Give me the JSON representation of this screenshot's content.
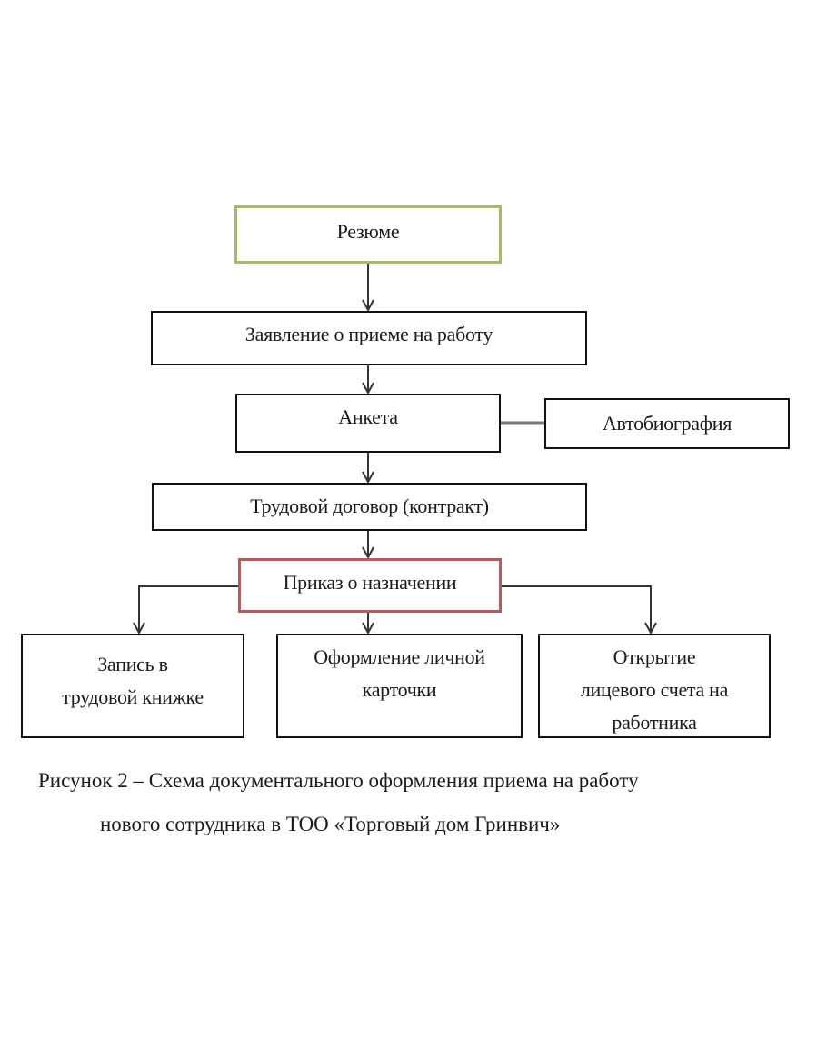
{
  "diagram": {
    "type": "flowchart",
    "nodes": {
      "resume": {
        "label": "Резюме",
        "border_color": "#a9b86a"
      },
      "application": {
        "label": "Заявление о приеме на работу"
      },
      "questionnaire": {
        "label": "Анкета"
      },
      "autobiography": {
        "label": "Автобиография"
      },
      "contract": {
        "label": "Трудовой договор (контракт)"
      },
      "order": {
        "label": "Приказ о назначении",
        "border_color": "#b55c5c"
      },
      "workbook": {
        "lines": [
          "Запись в",
          "трудовой книжке"
        ]
      },
      "personal_card": {
        "lines": [
          "Оформление личной",
          "карточки"
        ]
      },
      "account": {
        "lines": [
          "Открытие",
          "лицевого счета на",
          "работника"
        ]
      }
    },
    "edges": [
      {
        "from": "resume",
        "to": "application",
        "type": "arrow"
      },
      {
        "from": "application",
        "to": "questionnaire",
        "type": "arrow"
      },
      {
        "from": "questionnaire",
        "to": "autobiography",
        "type": "line"
      },
      {
        "from": "questionnaire",
        "to": "contract",
        "type": "arrow"
      },
      {
        "from": "contract",
        "to": "order",
        "type": "arrow"
      },
      {
        "from": "order",
        "to": "workbook",
        "type": "arrow"
      },
      {
        "from": "order",
        "to": "personal_card",
        "type": "arrow"
      },
      {
        "from": "order",
        "to": "account",
        "type": "arrow"
      }
    ]
  },
  "caption": {
    "line1": "Рисунок 2 – Схема документального оформления приема на работу",
    "line2": "нового сотрудника в  ТОО «Торговый дом Гринвич»"
  }
}
